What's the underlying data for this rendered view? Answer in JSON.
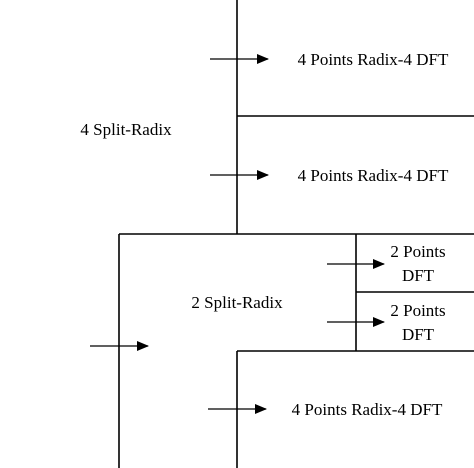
{
  "diagram": {
    "top_block": {
      "label": "4 Split-Radix",
      "sub_blocks": [
        {
          "text": "4 Points Radix-4 DFT"
        },
        {
          "text": "4 Points Radix-4 DFT"
        }
      ]
    },
    "middle_block": {
      "label": "2 Split-Radix",
      "sub_blocks": [
        {
          "line1": "2 Points",
          "line2": "DFT"
        },
        {
          "line1": "2 Points",
          "line2": "DFT"
        }
      ]
    },
    "bottom_block": {
      "text": "4 Points Radix-4 DFT"
    }
  }
}
